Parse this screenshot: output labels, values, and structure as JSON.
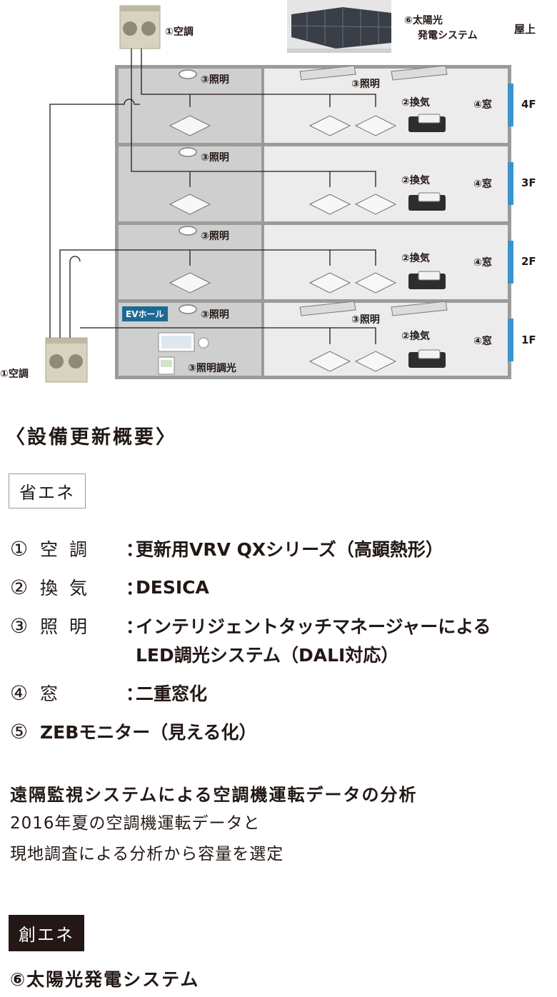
{
  "diagram": {
    "ac_label": "①空調",
    "lighting_label": "③照明",
    "ventilation_label": "②換気",
    "window_label": "④窓",
    "solar_label_line1": "⑥太陽光",
    "solar_label_line2": "発電システム",
    "rooftop_label": "屋上",
    "ev_hall_label": "EVホール",
    "dimming_label": "③照明調光",
    "floors": [
      "4F",
      "3F",
      "2F",
      "1F"
    ],
    "colors": {
      "window_accent": "#3a93d0",
      "left_zone": "#cfcfcf",
      "right_zone": "#ececec",
      "frame": "#9b9b9b",
      "ev_badge": "#1c6a93"
    }
  },
  "summary": {
    "heading": "〈設備更新概要〉",
    "energy_saving_box": "省エネ",
    "items": [
      {
        "num": "①",
        "label": "空 調",
        "sep": "：",
        "value": "更新用VRV QXシリーズ（高顕熱形）"
      },
      {
        "num": "②",
        "label": "換 気",
        "sep": "：",
        "value": "DESICA"
      },
      {
        "num": "③",
        "label": "照 明",
        "sep": "：",
        "value": "インテリジェントタッチマネージャーによる",
        "value2": "LED調光システム（DALI対応）"
      },
      {
        "num": "④",
        "label": "窓",
        "sep": "：",
        "value": "二重窓化"
      },
      {
        "num": "⑤",
        "label": "",
        "sep": "",
        "value": "ZEBモニター（見える化）"
      }
    ],
    "analysis_title": "遠隔監視システムによる空調機運転データの分析",
    "analysis_text_1": "2016年夏の空調機運転データと",
    "analysis_text_2": "現地調査による分析から容量を選定",
    "energy_creation_box": "創エネ",
    "solar_item": "⑥太陽光発電システム"
  }
}
